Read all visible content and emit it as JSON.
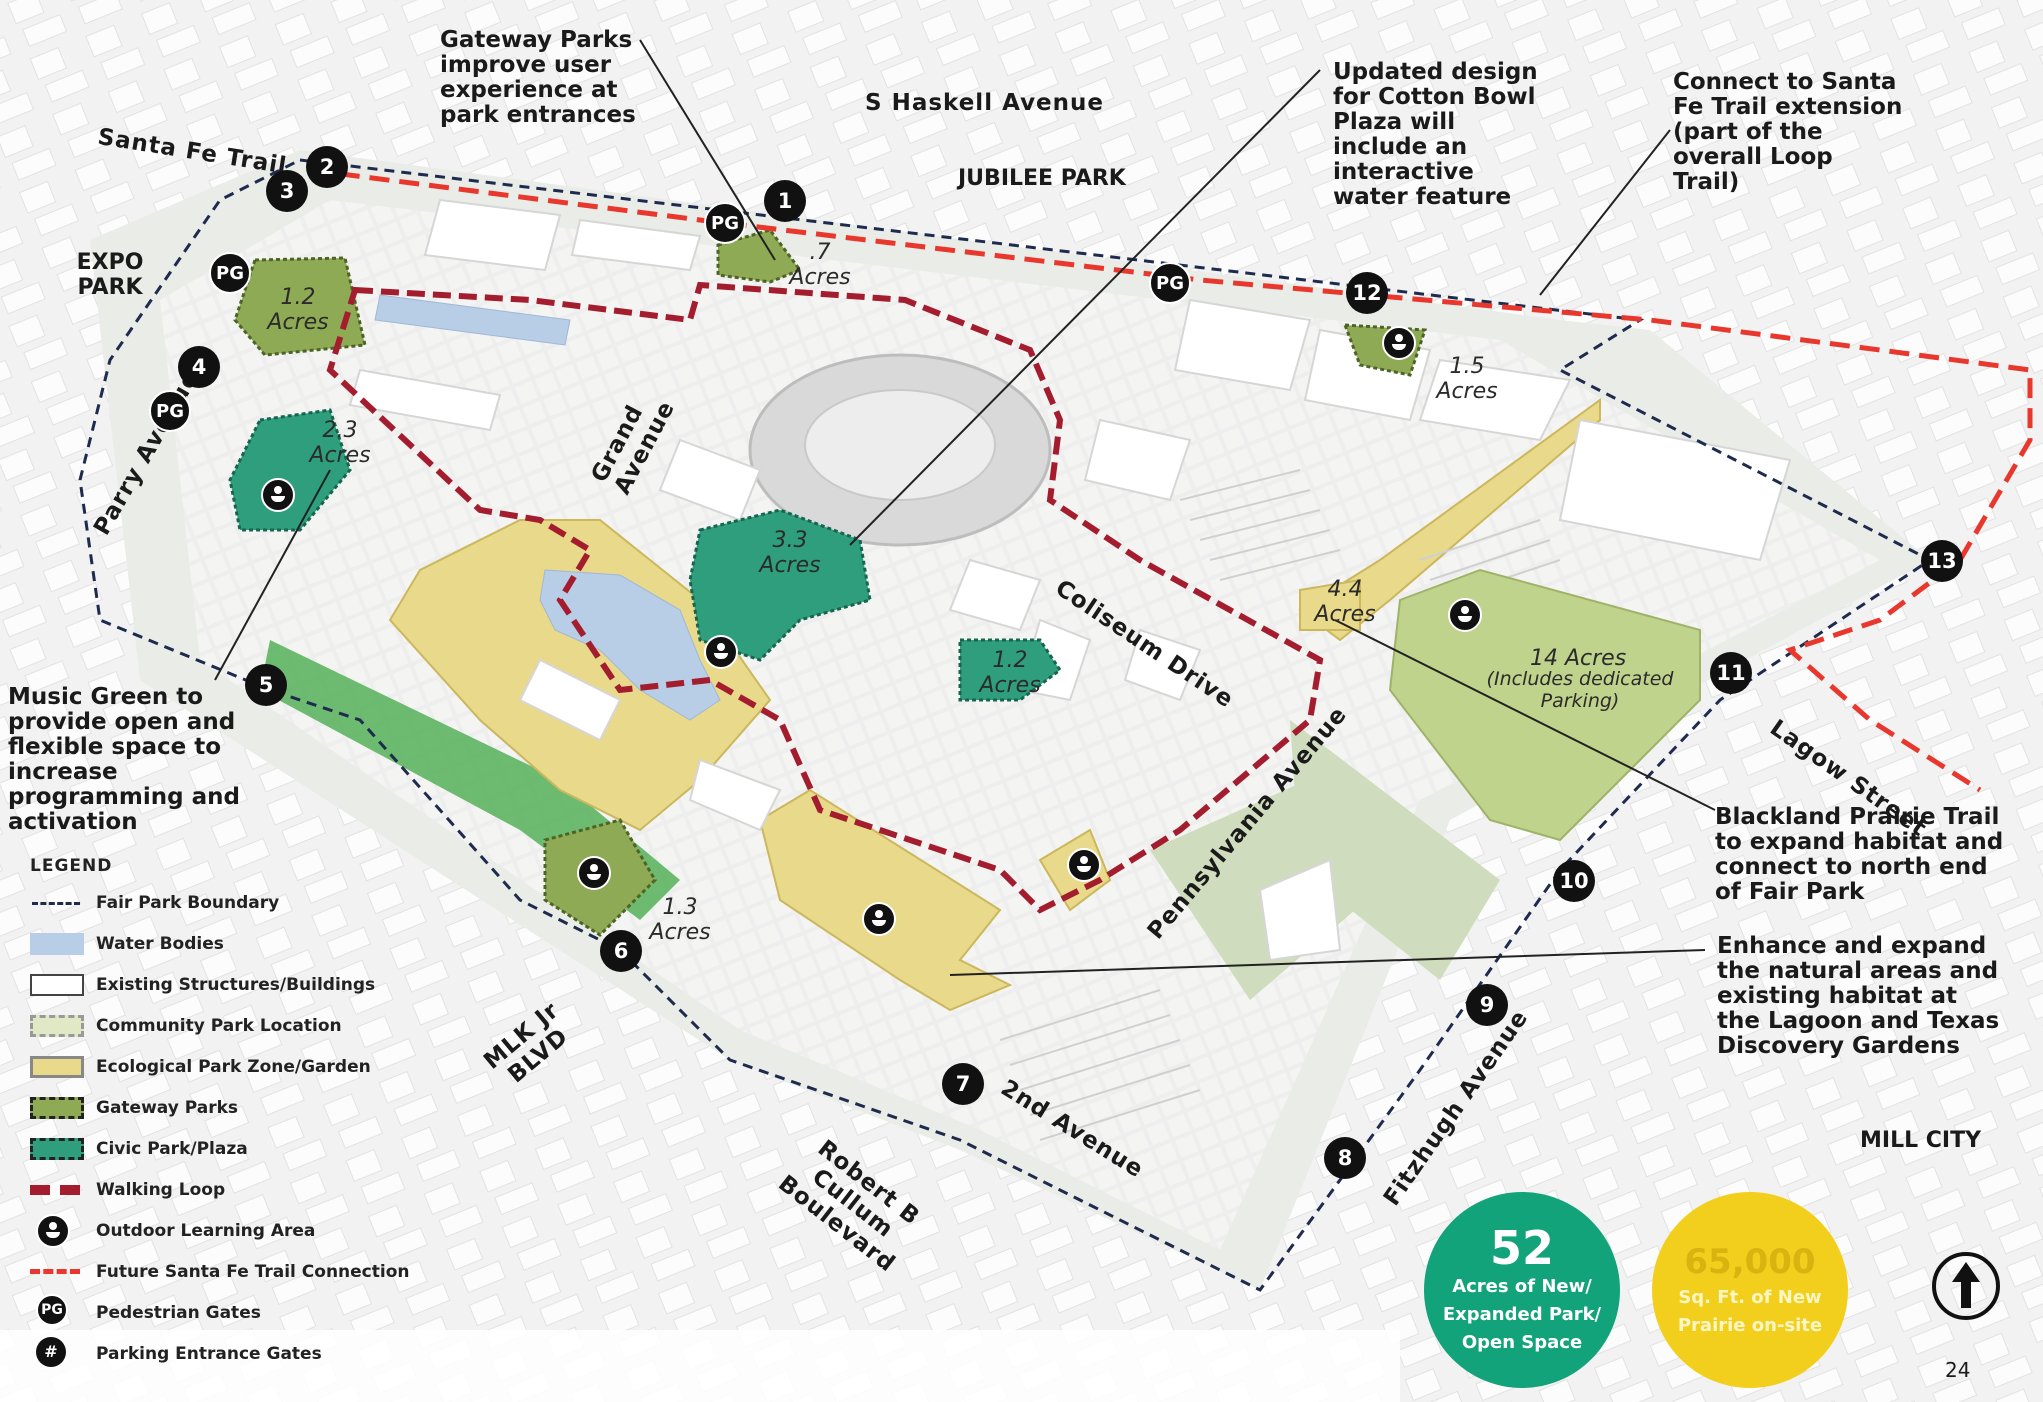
{
  "colors": {
    "gateway_park": "#8eaa55",
    "civic_park": "#2f9e7c",
    "ecological_zone": "#e9d98a",
    "community_park": "#dfe9c6",
    "water": "#b8cde6",
    "walking_loop": "#a31d2f",
    "santa_fe_trail": "#e8382e",
    "boundary": "#1e2b4f",
    "stat_green": "#13a37a",
    "stat_yellow": "#f3cf1d"
  },
  "streets": {
    "santa_fe_trail": "Santa Fe Trail",
    "s_haskell": "S Haskell Avenue",
    "parry": "Parry Avenue",
    "grand": "Grand Avenue",
    "coliseum": "Coliseum Drive",
    "pennsylvania": "Pennsylvania Avenue",
    "lagow": "Lagow Street",
    "fitzhugh": "Fitzhugh Avenue",
    "second": "2nd Avenue",
    "robert_b_cullum": "Robert B Cullum Boulevard",
    "mlk": "MLK Jr BLVD"
  },
  "areas": {
    "expo_park": "EXPO PARK",
    "jubilee_park": "JUBILEE PARK",
    "mill_city": "MILL CITY"
  },
  "acreages": {
    "a07": ".7 Acres",
    "a12a": "1.2 Acres",
    "a23": "2.3 Acres",
    "a33": "3.3 Acres",
    "a12b": "1.2 Acres",
    "a15": "1.5 Acres",
    "a44": "4.4 Acres",
    "a14": "14 Acres",
    "a14_note": "(Includes dedicated Parking)",
    "a13": "1.3 Acres"
  },
  "callouts": {
    "gateway": "Gateway Parks improve user experience at park entrances",
    "cotton_bowl": "Updated design for Cotton Bowl Plaza will include an interactive water feature",
    "santa_fe": "Connect to Santa Fe Trail extension (part of the overall Loop Trail)",
    "music_green": "Music Green to provide open and flexible space to increase programming and activation",
    "blackland": "Blackland Prairie Trail to expand habitat and connect to north end of Fair Park",
    "enhance": "Enhance and expand the natural areas and existing habitat at the Lagoon and Texas Discovery Gardens"
  },
  "gates": {
    "numbers": [
      "1",
      "2",
      "3",
      "4",
      "5",
      "6",
      "7",
      "8",
      "9",
      "10",
      "11",
      "12",
      "13"
    ],
    "pedestrian": "PG"
  },
  "legend": {
    "title": "LEGEND",
    "items": [
      {
        "label": "Fair Park Boundary",
        "icon": "dashed-navy-line"
      },
      {
        "label": "Water Bodies",
        "icon": "blue-swatch"
      },
      {
        "label": "Existing Structures/Buildings",
        "icon": "white-outlined-box"
      },
      {
        "label": "Community Park Location",
        "icon": "light-green-dashed-box"
      },
      {
        "label": "Ecological Park Zone/Garden",
        "icon": "yellow-box"
      },
      {
        "label": "Gateway Parks",
        "icon": "olive-dashed-box"
      },
      {
        "label": "Civic Park/Plaza",
        "icon": "teal-dashed-box"
      },
      {
        "label": "Walking Loop",
        "icon": "dashed-maroon-line"
      },
      {
        "label": "Outdoor Learning Area",
        "icon": "learning-icon"
      },
      {
        "label": "Future Santa Fe Trail Connection",
        "icon": "dashed-red-line"
      },
      {
        "label": "Pedestrian Gates",
        "icon": "pg-icon",
        "glyph": "PG"
      },
      {
        "label": "Parking Entrance Gates",
        "icon": "number-icon",
        "glyph": "#"
      }
    ]
  },
  "stats": [
    {
      "value": "52",
      "label": "Acres of New/ Expanded Park/ Open Space",
      "color": "#13a37a"
    },
    {
      "value": "65,000",
      "label": "Sq. Ft. of New Prairie on-site",
      "color": "#f3cf1d"
    }
  ],
  "page_number": "24",
  "north_arrow": "north-arrow-icon"
}
